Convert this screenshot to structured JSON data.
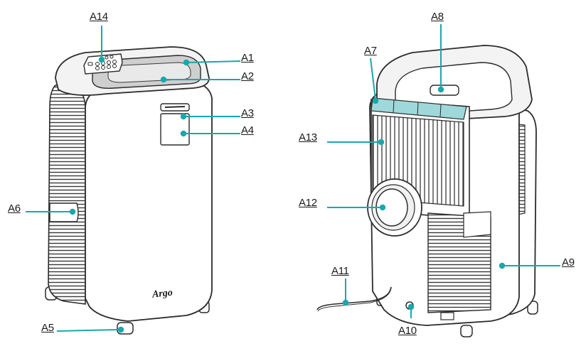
{
  "brand": "Argo",
  "colors": {
    "leader": "#1aa7ac",
    "outline": "#2b2b2b",
    "body_fill": "#ffffff",
    "top_shade": "#c9c9c9",
    "filter_fill": "#9fd8da"
  },
  "labels": {
    "A1": "A1",
    "A2": "A2",
    "A3": "A3",
    "A4": "A4",
    "A5": "A5",
    "A6": "A6",
    "A7": "A7",
    "A8": "A8",
    "A9": "A9",
    "A10": "A10",
    "A11": "A11",
    "A12": "A12",
    "A13": "A13",
    "A14": "A14"
  }
}
